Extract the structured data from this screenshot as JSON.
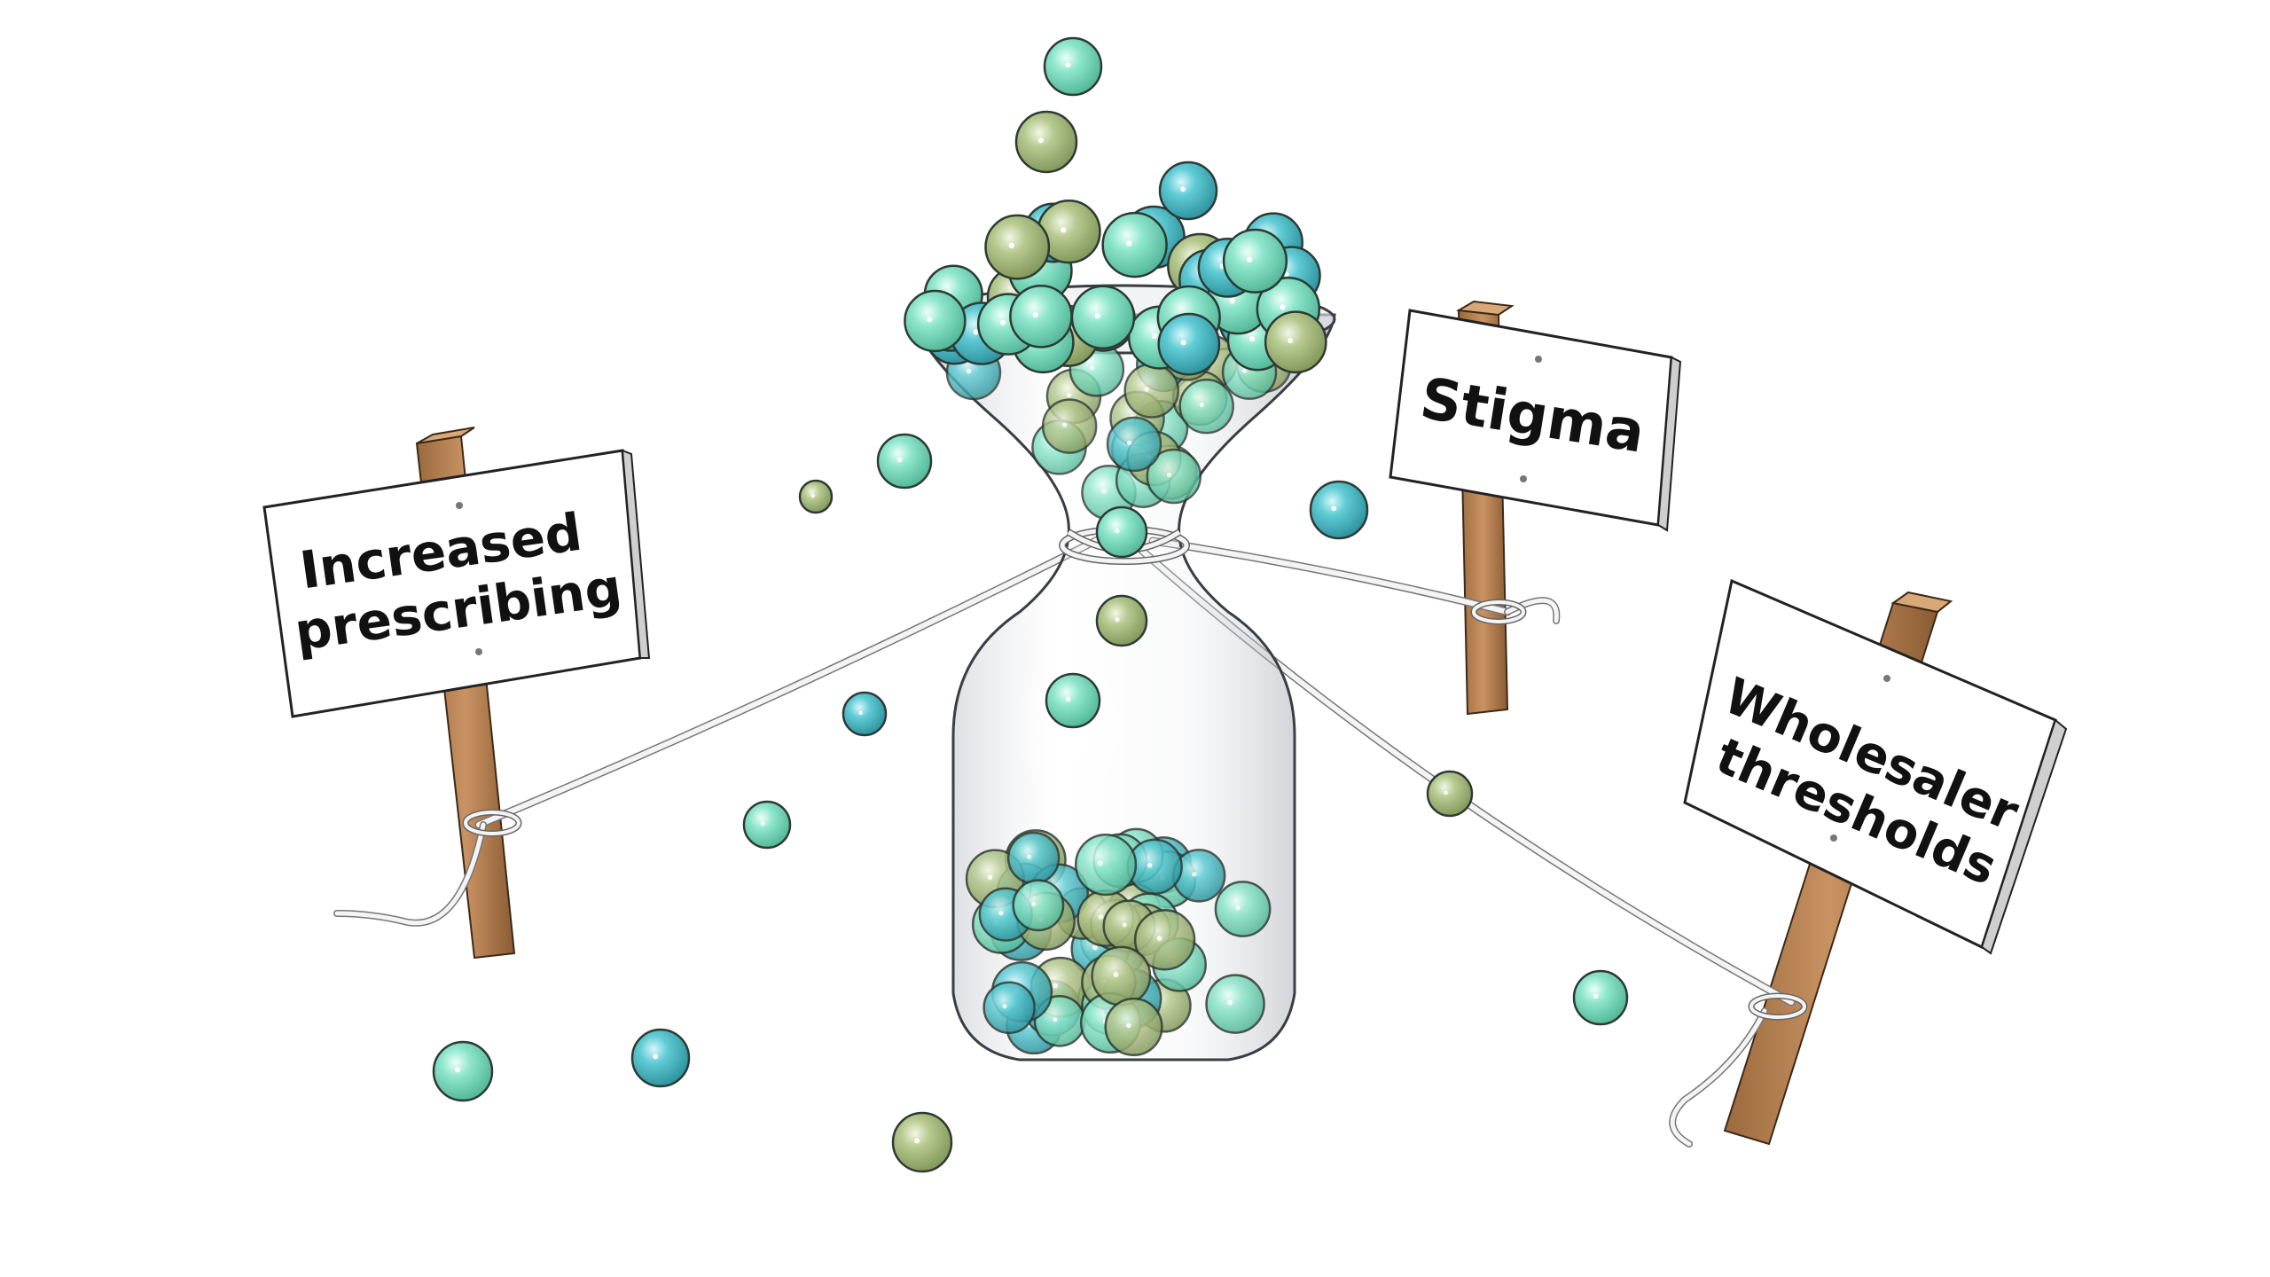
{
  "signs": [
    {
      "id": "left",
      "lines": [
        "Increased",
        "prescribing"
      ]
    },
    {
      "id": "middle",
      "lines": [
        "Stigma"
      ]
    },
    {
      "id": "right",
      "lines": [
        "Wholesaler",
        "thresholds"
      ]
    }
  ],
  "colors": {
    "ball_teal": "#3fb8c4",
    "ball_mint": "#7fe0c4",
    "ball_olive": "#a9bf82",
    "wood": "#b5814f",
    "wood_dark": "#6e4a28",
    "glass": "#c9ccd3",
    "rope": "#f2f2f2",
    "sign_bg": "#ffffff"
  },
  "balls_loose_count_hint": "",
  "description_free": true
}
